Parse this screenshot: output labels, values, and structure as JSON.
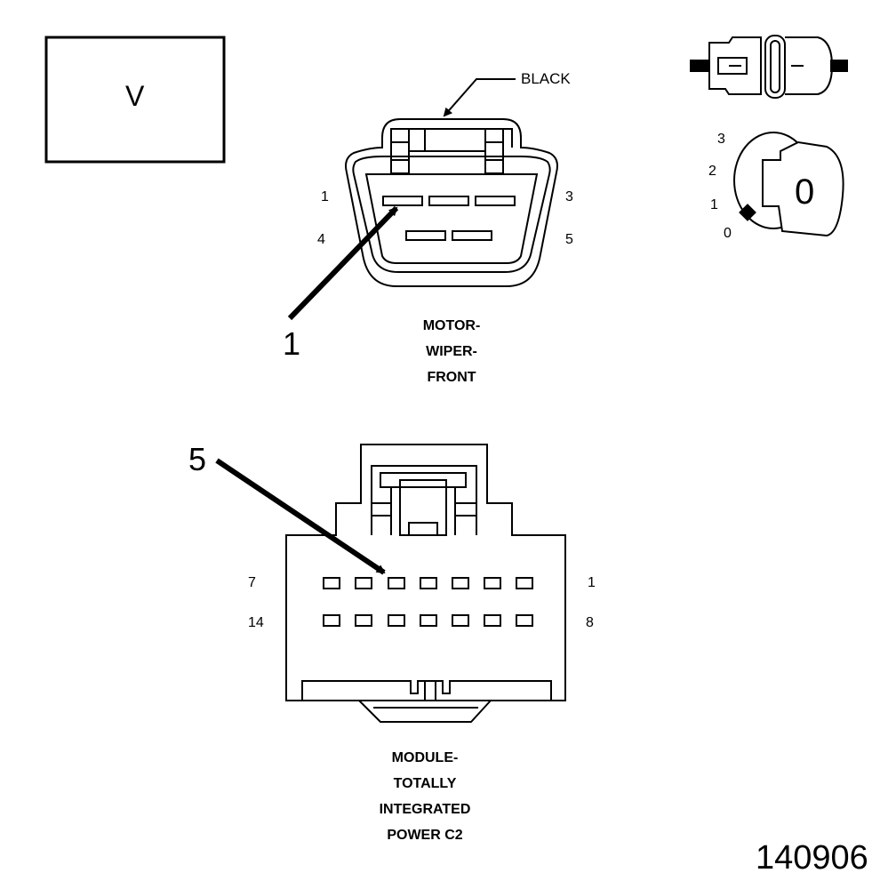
{
  "voltage_box": {
    "label": "V"
  },
  "wiper_connector": {
    "color_label": "BLACK",
    "pin_labels": {
      "p1": "1",
      "p3": "3",
      "p4": "4",
      "p5": "5"
    },
    "callout": "1",
    "caption": [
      "MOTOR-",
      "WIPER-",
      "FRONT"
    ]
  },
  "ignition_key": {
    "positions": [
      "3",
      "2",
      "1",
      "0"
    ],
    "key_position": "0"
  },
  "tipm_connector": {
    "pin_labels": {
      "p7": "7",
      "p1": "1",
      "p14": "14",
      "p8": "8"
    },
    "callout": "5",
    "caption": [
      "MODULE-",
      "TOTALLY",
      "INTEGRATED",
      "POWER C2"
    ]
  },
  "figure_id": "140906"
}
